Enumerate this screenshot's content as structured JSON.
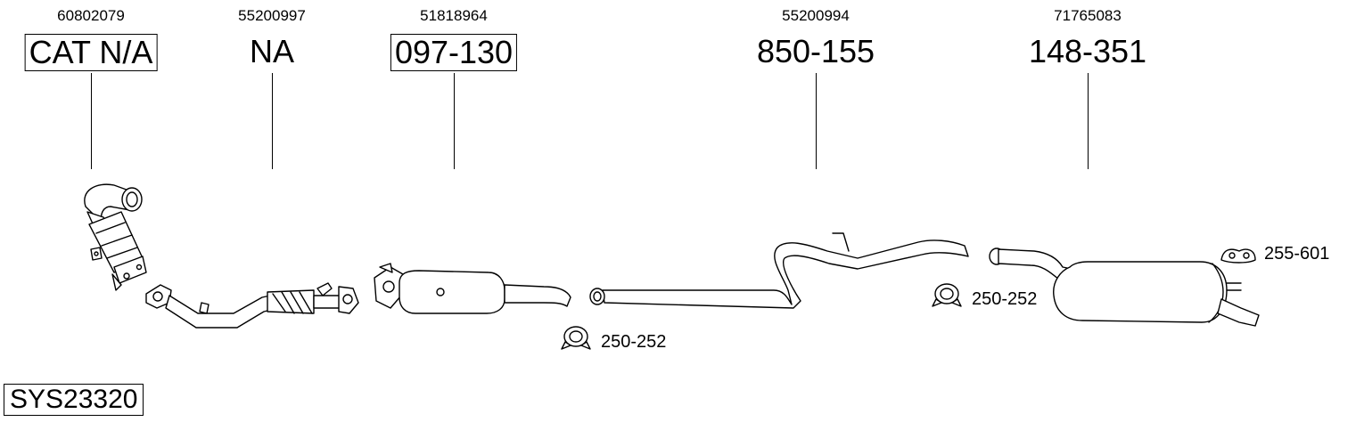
{
  "parts": [
    {
      "oem": "60802079",
      "number": "CAT N/A",
      "boxed": true
    },
    {
      "oem": "55200997",
      "number": "NA",
      "boxed": false
    },
    {
      "oem": "51818964",
      "number": "097-130",
      "boxed": true
    },
    {
      "oem": "55200994",
      "number": "850-155",
      "boxed": false
    },
    {
      "oem": "71765083",
      "number": "148-351",
      "boxed": false
    }
  ],
  "accessories": [
    {
      "number": "250-252",
      "icon": "clamp-icon"
    },
    {
      "number": "250-252",
      "icon": "clamp-icon"
    },
    {
      "number": "255-601",
      "icon": "rubber-hanger-icon"
    }
  ],
  "system_id": "SYS23320"
}
